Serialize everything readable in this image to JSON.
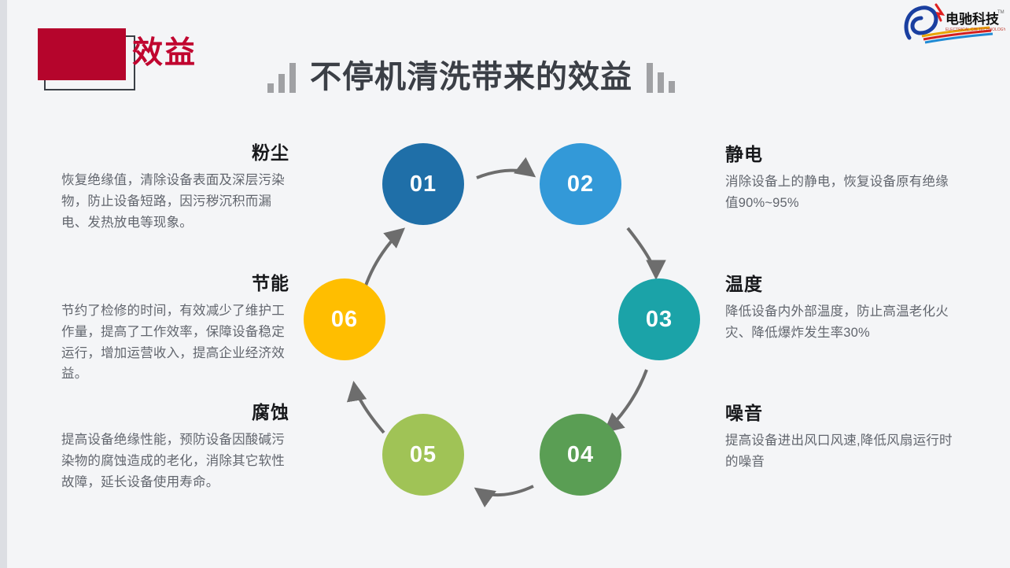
{
  "header": {
    "badge_label": "效益",
    "badge_color": "#b5052c",
    "title": "不停机清洗带来的效益",
    "title_color": "#3b3f46",
    "left_bars_icon": "ascending-bars-icon",
    "right_bars_icon": "descending-bars-icon"
  },
  "logo": {
    "brand_cn": "电驰科技",
    "brand_en": "ELECTRICAL CHI TECHNOLOGY",
    "trademark": "TM"
  },
  "diagram": {
    "type": "cycle",
    "nodes": [
      {
        "id": "01",
        "label": "01",
        "color": "#1f6fa8",
        "topic": "粉尘"
      },
      {
        "id": "02",
        "label": "02",
        "color": "#3399d8",
        "topic": "静电"
      },
      {
        "id": "03",
        "label": "03",
        "color": "#1ba3a8",
        "topic": "温度"
      },
      {
        "id": "04",
        "label": "04",
        "color": "#5a9e54",
        "topic": "噪音"
      },
      {
        "id": "05",
        "label": "05",
        "color": "#a0c356",
        "topic": "腐蚀"
      },
      {
        "id": "06",
        "label": "06",
        "color": "#ffbe00",
        "topic": "节能"
      }
    ],
    "arrow_color": "#6d6d6d"
  },
  "blocks": {
    "dust": {
      "heading": "粉尘",
      "body": "恢复绝缘值，清除设备表面及深层污染物，防止设备短路，因污秽沉积而漏电、发热放电等现象。"
    },
    "energy": {
      "heading": "节能",
      "body": "节约了检修的时间，有效减少了维护工作量，提高了工作效率，保障设备稳定运行，增加运营收入，提高企业经济效益。"
    },
    "corrosion": {
      "heading": "腐蚀",
      "body": "提高设备绝缘性能，预防设备因酸碱污染物的腐蚀造成的老化，消除其它软性故障，延长设备使用寿命。"
    },
    "static": {
      "heading": "静电",
      "body": "消除设备上的静电，恢复设备原有绝缘值90%~95%"
    },
    "temperature": {
      "heading": "温度",
      "body": "降低设备内外部温度，防止高温老化火灾、降低爆炸发生率30%"
    },
    "noise": {
      "heading": "噪音",
      "body": "提高设备进出风口风速,降低风扇运行时的噪音"
    }
  }
}
